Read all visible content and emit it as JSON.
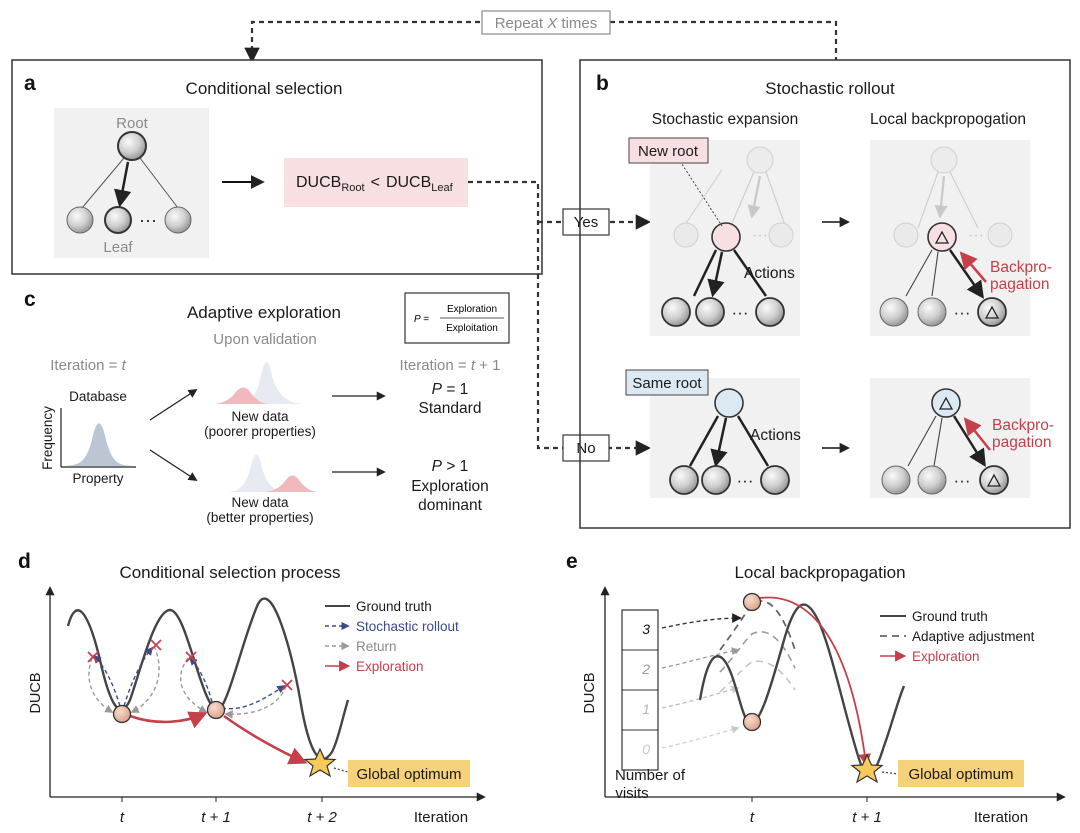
{
  "repeat": {
    "label_prefix": "Repeat ",
    "label_var": "X",
    "label_suffix": " times"
  },
  "panel_a": {
    "letter": "a",
    "title": "Conditional selection",
    "root": "Root",
    "leaf": "Leaf",
    "ducb_lhs": "DUCB",
    "ducb_lhs_sub": "Root",
    "ducb_op": "<",
    "ducb_rhs": "DUCB",
    "ducb_rhs_sub": "Leaf"
  },
  "branches": {
    "yes": "Yes",
    "no": "No"
  },
  "panel_b": {
    "letter": "b",
    "title": "Stochastic rollout",
    "col1": "Stochastic expansion",
    "col2": "Local backpropogation",
    "new_root": "New root",
    "same_root": "Same root",
    "actions": "Actions",
    "backprop_1": "Backpro-",
    "backprop_2": "pagation"
  },
  "panel_c": {
    "letter": "c",
    "title": "Adaptive exploration",
    "formula_p": "P =",
    "formula_num": "Exploration",
    "formula_den": "Exploitation",
    "upon_validation": "Upon validation",
    "iter_t_prefix": "Iteration = ",
    "iter_t_var": "t",
    "iter_t1_prefix": "Iteration = ",
    "iter_t1_var": "t",
    "iter_t1_suffix": " + 1",
    "database": "Database",
    "frequency": "Frequency",
    "property": "Property",
    "new_data_1": "New data",
    "poorer": "(poorer properties)",
    "new_data_2": "New data",
    "better": "(better properties)",
    "p1_var": "P",
    "p1_rest": " = 1",
    "standard": "Standard",
    "p2_var": "P",
    "p2_rest": " > 1",
    "exploration": "Exploration",
    "dominant": "dominant"
  },
  "panel_d": {
    "letter": "d",
    "title": "Conditional selection process",
    "ylabel": "DUCB",
    "xlabel": "Iteration",
    "ticks": [
      "t",
      "t + 1",
      "t + 2"
    ],
    "legend": [
      "Ground truth",
      "Stochastic rollout",
      "Return",
      "Exploration"
    ],
    "optimum": "Global optimum"
  },
  "panel_e": {
    "letter": "e",
    "title": "Local backpropagation",
    "ylabel": "DUCB",
    "xlabel": "Iteration",
    "ticks": [
      "t",
      "t + 1"
    ],
    "legend": [
      "Ground truth",
      "Adaptive adjustment",
      "Exploration"
    ],
    "visits": [
      "3",
      "2",
      "1",
      "0"
    ],
    "visits_label_1": "Number of",
    "visits_label_2": "visits",
    "optimum": "Global optimum"
  },
  "colors": {
    "red": "#c5404a",
    "blue": "#3a4a8a",
    "pink_fill": "#f7dfe2",
    "blue_fill": "#dce9f3",
    "gold": "#f5d27a",
    "peach_node": "#ecbba4"
  }
}
